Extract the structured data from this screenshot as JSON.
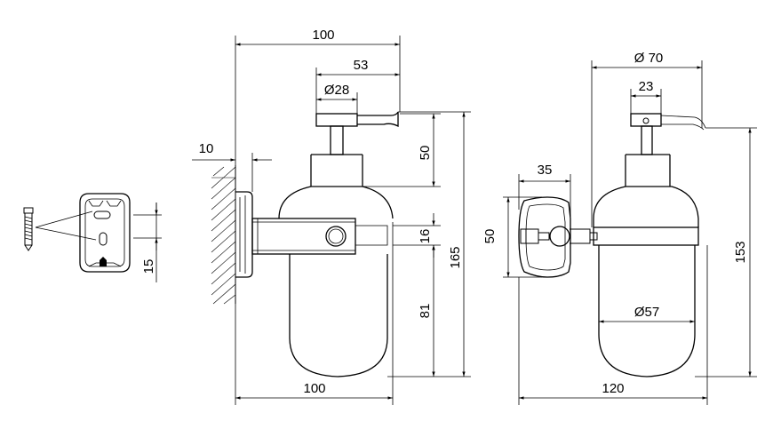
{
  "dimensions": {
    "side_overall_width": "100",
    "pump_head_reach": "53",
    "pump_diameter": "Ø28",
    "wall_offset": "10",
    "pump_height": "50",
    "bracket_height": "16",
    "total_height_side": "165",
    "container_height": "81",
    "bottom_width": "100",
    "plate_hole_spacing": "15",
    "front_diameter": "Ø 70",
    "front_pump_width": "23",
    "plate_depth": "35",
    "plate_height": "50",
    "total_height_front": "153",
    "container_diameter": "Ø57",
    "front_overall_width": "120"
  },
  "views": [
    "mounting-plate-view",
    "side-view",
    "front-view"
  ],
  "colors": {
    "line": "#000000",
    "background": "#ffffff"
  }
}
